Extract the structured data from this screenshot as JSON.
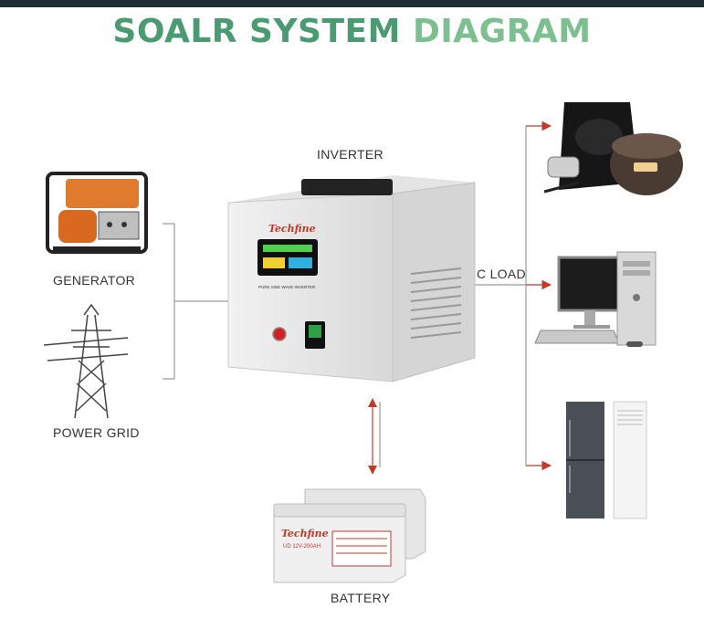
{
  "title": {
    "part1": "SOALR SYSTEM",
    "part2": "DIAGRAM"
  },
  "labels": {
    "inverter": "INVERTER",
    "generator": "GENERATOR",
    "power_grid": "POWER GRID",
    "ac_load": "C LOAD",
    "battery": "BATTERY"
  },
  "inverter_brand": "Techfine",
  "inverter_caption": "PURE SINE WAVE INVERTER",
  "battery_brand": "Techfine",
  "battery_model": "UD 12V-200AH",
  "colors": {
    "title_dark": "#4a9a72",
    "title_light": "#7cc08f",
    "arrow": "#c0392b",
    "line": "#9a9a9a",
    "topbar": "#1e2e33"
  }
}
